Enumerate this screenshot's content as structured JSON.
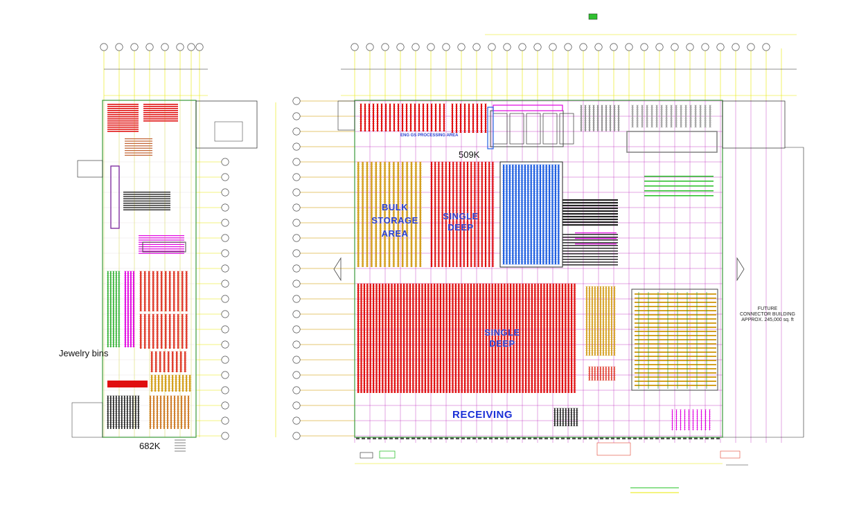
{
  "drawing": {
    "left_building": {
      "size_label": "682K",
      "callout": "Jewelry bins"
    },
    "right_building": {
      "size_label": "509K",
      "area_labels": {
        "bulk_storage": "BULK\nSTORAGE\nAREA",
        "single_deep_upper": "SINGLE\nDEEP",
        "single_deep_lower": "SINGLE\nDEEP",
        "receiving": "RECEIVING",
        "processing": "ENG GS PROCESSING AREA"
      }
    },
    "future_building_note": "FUTURE\nCONNECTOR BUILDING\nAPPROX. 245,000 sq. ft",
    "colors": {
      "grid": "#e8e800",
      "grid_magenta": "#b000b0",
      "rack_red": "#e01010",
      "rack_orange": "#d4a020",
      "rack_blue": "#2060e0",
      "rack_magenta": "#e000e0",
      "rack_green": "#20c020",
      "rack_grey": "#999999",
      "label_blue": "#2a3fd0"
    }
  }
}
